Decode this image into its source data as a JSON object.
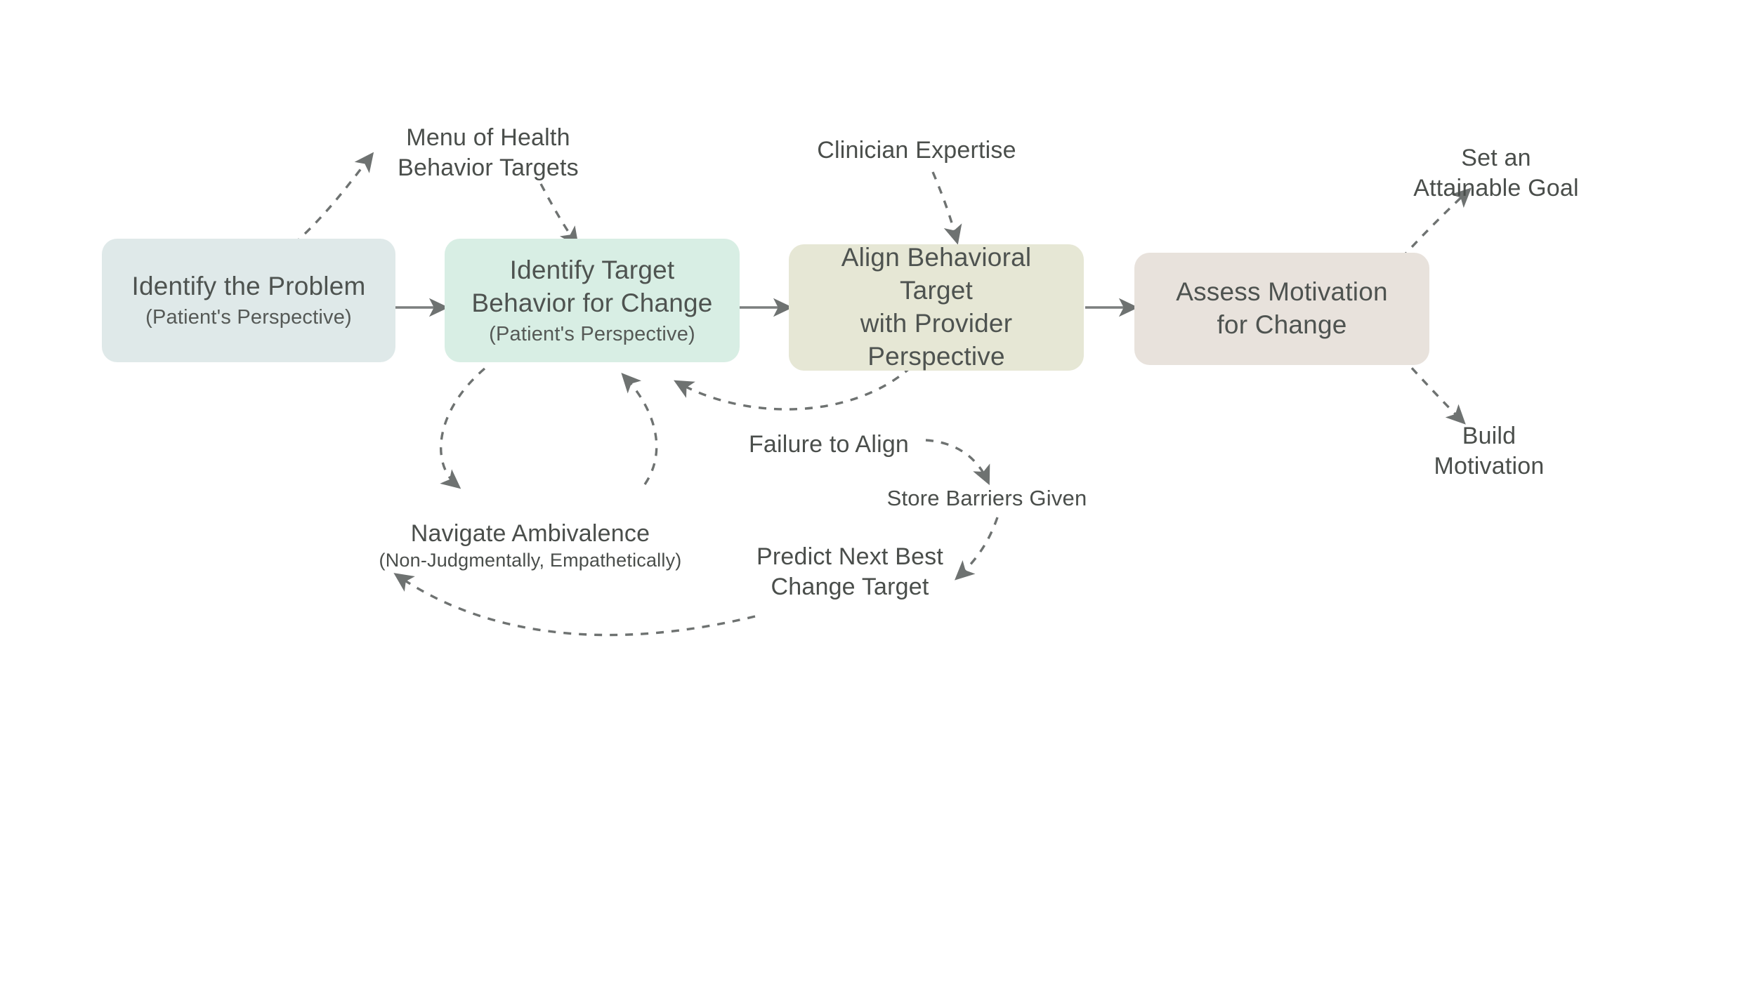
{
  "diagram": {
    "title": "Behavior Change Clinical Workflow",
    "background": "#ffffff",
    "ink": "#4a4e4b",
    "wire_color": "#6e7271",
    "nodes": [
      {
        "id": "identify-problem",
        "main": "Identify the Problem",
        "sub": "(Patient's Perspective)",
        "fill": "#dfe9e9"
      },
      {
        "id": "identify-target-behavior",
        "main": "Identify Target\nBehavior for Change",
        "sub": "(Patient's Perspective)",
        "fill": "#d8eee4"
      },
      {
        "id": "align-behavioral-target",
        "main": "Align Behavioral Target\nwith Provider\nPerspective",
        "sub": "",
        "fill": "#e6e7d5"
      },
      {
        "id": "assess-motivation",
        "main": "Assess Motivation\nfor Change",
        "sub": "",
        "fill": "#e8e2dc"
      }
    ],
    "annotations": [
      {
        "id": "menu-of-health-behavior-targets",
        "text": "Menu of Health\nBehavior Targets"
      },
      {
        "id": "clinician-expertise",
        "text": "Clinician Expertise"
      },
      {
        "id": "set-an-attainable-goal",
        "text": "Set an\nAttainable Goal"
      },
      {
        "id": "build-motivation",
        "text": "Build\nMotivation"
      },
      {
        "id": "navigate-ambivalence",
        "text": "Navigate Ambivalence",
        "sub": "(Non-Judgmentally, Empathetically)"
      },
      {
        "id": "failure-to-align",
        "text": "Failure to Align"
      },
      {
        "id": "store-barriers-given",
        "text": "Store Barriers Given"
      },
      {
        "id": "predict-next-best-change-target",
        "text": "Predict Next Best\nChange Target"
      }
    ]
  }
}
